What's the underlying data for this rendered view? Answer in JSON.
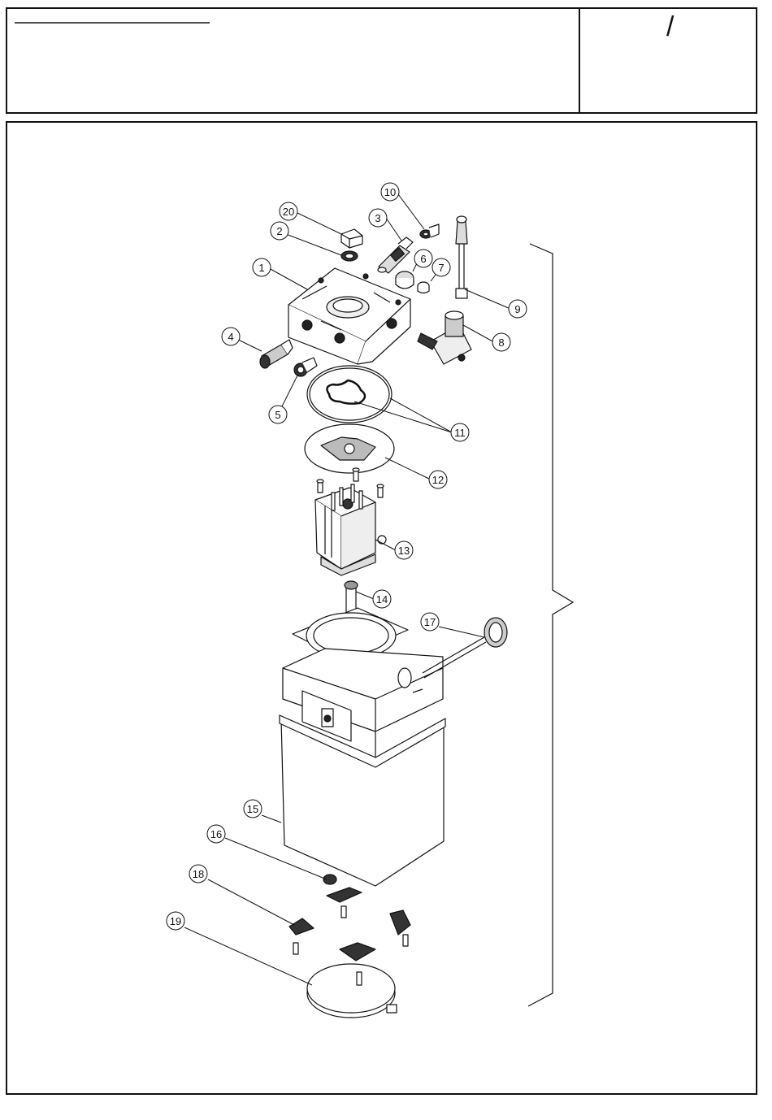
{
  "header": {
    "title_line_text": "",
    "page_mark": "/"
  },
  "callouts": [
    {
      "id": "callout-1",
      "label": "1"
    },
    {
      "id": "callout-2",
      "label": "2"
    },
    {
      "id": "callout-3",
      "label": "3"
    },
    {
      "id": "callout-4",
      "label": "4"
    },
    {
      "id": "callout-5",
      "label": "5"
    },
    {
      "id": "callout-6",
      "label": "6"
    },
    {
      "id": "callout-7",
      "label": "7"
    },
    {
      "id": "callout-8",
      "label": "8"
    },
    {
      "id": "callout-9",
      "label": "9"
    },
    {
      "id": "callout-10",
      "label": "10"
    },
    {
      "id": "callout-11",
      "label": "11"
    },
    {
      "id": "callout-12",
      "label": "12"
    },
    {
      "id": "callout-13",
      "label": "13"
    },
    {
      "id": "callout-14",
      "label": "14"
    },
    {
      "id": "callout-15",
      "label": "15"
    },
    {
      "id": "callout-16",
      "label": "16"
    },
    {
      "id": "callout-17",
      "label": "17"
    },
    {
      "id": "callout-18",
      "label": "18"
    },
    {
      "id": "callout-19",
      "label": "19"
    },
    {
      "id": "callout-20",
      "label": "20"
    }
  ]
}
